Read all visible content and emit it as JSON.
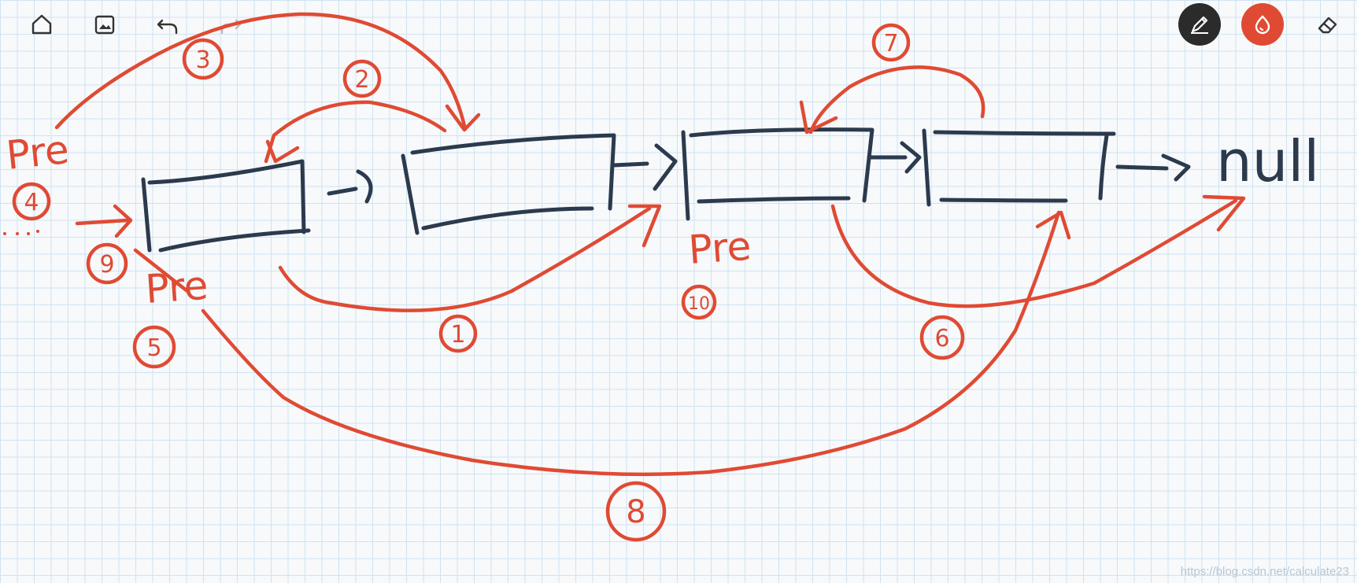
{
  "toolbar": {
    "left_icons": [
      "home-icon",
      "image-icon",
      "undo-icon",
      "redo-icon"
    ],
    "right_tools": [
      "pen-tool-icon",
      "ink-color-icon",
      "eraser-icon"
    ],
    "colors": {
      "pen_tool_bg": "#2b2b2b",
      "ink_color_bg": "#e04a33"
    }
  },
  "diagram": {
    "null_label": "null",
    "pre_labels": {
      "a": "Pre",
      "b": "Pre",
      "c": "Pre"
    },
    "step_numbers": {
      "s1": "1",
      "s2": "2",
      "s3": "3",
      "s4": "4",
      "s5": "5",
      "s6": "6",
      "s7": "7",
      "s8": "8",
      "s9": "9",
      "s10": "10"
    },
    "colors": {
      "node_ink": "#2b3a4d",
      "annotation_ink": "#e04a33",
      "grid": "#cfe3f1",
      "paper": "#f7f9fb"
    }
  },
  "watermark": "https://blog.csdn.net/calculate23"
}
